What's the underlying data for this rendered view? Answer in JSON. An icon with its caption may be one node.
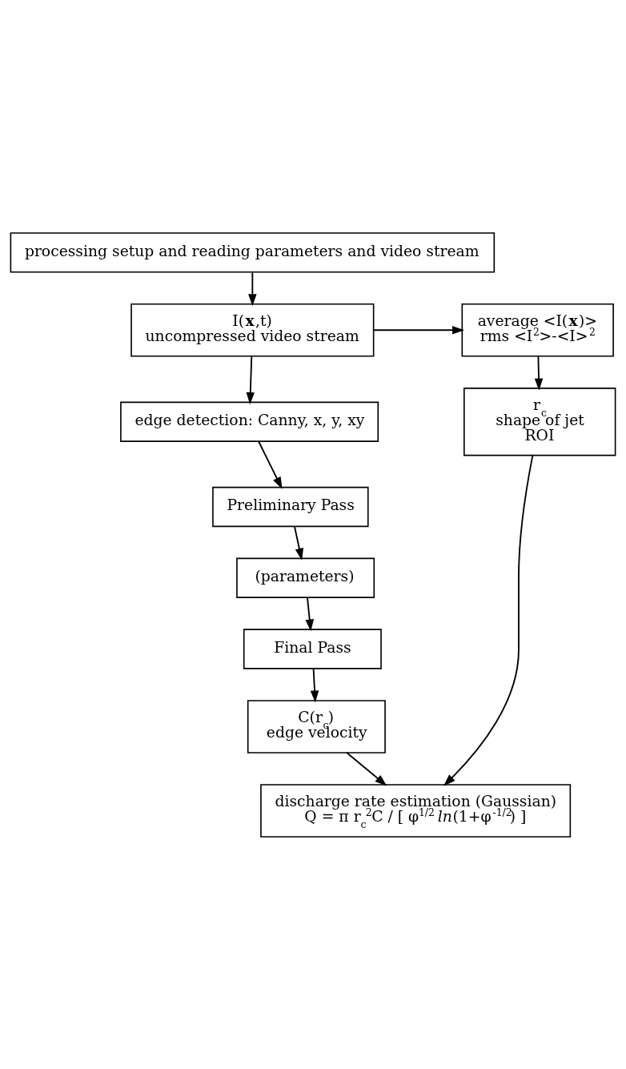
{
  "diagram": {
    "nodes": [
      {
        "text": [
          "processing setup and reading parameters and video stream"
        ]
      },
      {
        "text": [
          "I(**x**,t)",
          "uncompressed video stream"
        ]
      },
      {
        "text": [
          "average <I(**x**)>",
          "rms <I$^{2}$>-<I>$^{2}$"
        ]
      },
      {
        "text": [
          "edge detection: Canny, x, y, xy"
        ]
      },
      {
        "text": [
          "r$_{c}$",
          "shape of jet",
          "ROI"
        ]
      },
      {
        "text": [
          "Preliminary Pass"
        ]
      },
      {
        "text": [
          "(parameters)"
        ]
      },
      {
        "text": [
          "Final Pass"
        ]
      },
      {
        "text": [
          "C(r$_{c}$)",
          "edge velocity"
        ]
      },
      {
        "text": [
          "discharge rate estimation (Gaussian)",
          "Q = π r$_{c}$$^{2}$C / [ φ$^{1/2}$ *ln*(1+φ$^{-1/2}$) ]"
        ]
      }
    ],
    "edges": [
      {
        "from": 0,
        "to": 1,
        "arrow": "to"
      },
      {
        "from": 1,
        "to": 2,
        "arrow": "to"
      },
      {
        "from": 1,
        "to": 3,
        "arrow": "to"
      },
      {
        "from": 2,
        "to": 4,
        "arrow": "to"
      },
      {
        "from": 3,
        "to": 5,
        "arrow": "to"
      },
      {
        "from": 5,
        "to": 6,
        "arrow": "to"
      },
      {
        "from": 6,
        "to": 7,
        "arrow": "to"
      },
      {
        "from": 7,
        "to": 8,
        "arrow": "to"
      },
      {
        "from": 8,
        "to": 9,
        "arrow": "to"
      },
      {
        "from": 4,
        "to": 9,
        "arrow": "to"
      }
    ]
  }
}
